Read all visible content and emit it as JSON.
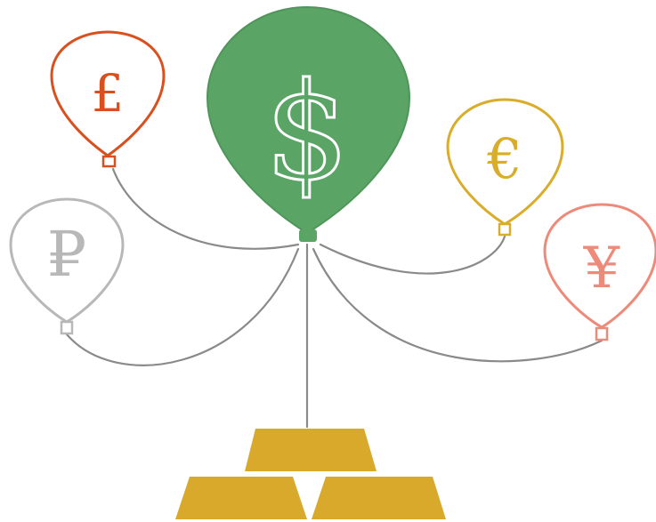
{
  "illustration": {
    "balloons": [
      {
        "id": "pound",
        "symbol": "£",
        "color": "#d9501e",
        "fill": "none"
      },
      {
        "id": "dollar",
        "symbol": "$",
        "color": "#ffffff",
        "fill": "#5aa466"
      },
      {
        "id": "euro",
        "symbol": "€",
        "color": "#d9ad2a",
        "fill": "none"
      },
      {
        "id": "ruble",
        "symbol": "₽",
        "color": "#b8b8b8",
        "fill": "none"
      },
      {
        "id": "yen",
        "symbol": "¥",
        "color": "#ee8a7a",
        "fill": "none"
      }
    ],
    "gold_color": "#d9a92b",
    "string_color": "#8a8a8a"
  }
}
